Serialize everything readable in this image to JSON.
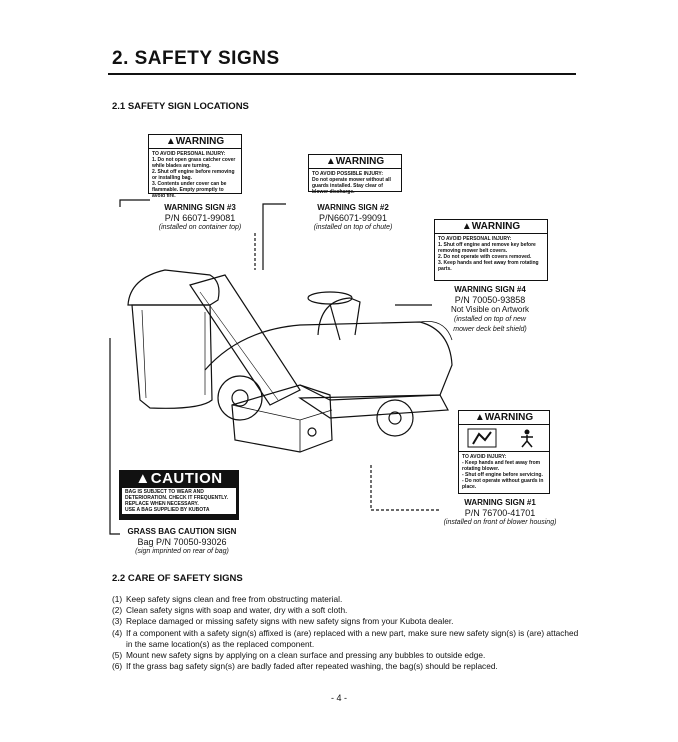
{
  "section_title": "2. SAFETY SIGNS",
  "sub_2_1": "2.1 SAFETY SIGN LOCATIONS",
  "warning_word": "WARNING",
  "caution_word": "CAUTION",
  "sign3": {
    "label": "WARNING SIGN #3",
    "pn": "P/N 66071-99081",
    "note": "(installed on container top)",
    "text": [
      "TO AVOID PERSONAL INJURY:",
      "1. Do not open grass catcher cover while blades are turning.",
      "2. Shut off engine before removing or installing bag.",
      "3. Contents under cover can be flammable. Empty promptly to avoid fire."
    ]
  },
  "sign2": {
    "label": "WARNING SIGN #2",
    "pn": "P/N66071-99091",
    "note": "(installed on top of chute)",
    "text": [
      "TO AVOID POSSIBLE INJURY:",
      "Do not operate mower without all guards installed. Stay clear of blower discharge."
    ]
  },
  "sign4": {
    "label": "WARNING SIGN #4",
    "pn": "P/N 70050-93858",
    "line3": "Not Visible on Artwork",
    "note1": "(installed on top of new",
    "note2": "mower deck belt shield)",
    "text": [
      "TO AVOID PERSONAL INJURY:",
      "1. Shut off engine and remove key before removing mower belt covers.",
      "2. Do not operate with covers removed.",
      "3. Keep hands and feet away from rotating parts."
    ]
  },
  "sign1": {
    "label": "WARNING SIGN #1",
    "pn": "P/N 76700-41701",
    "note": "(installed on front of blower housing)",
    "text": [
      "TO AVOID INJURY:",
      "- Keep hands and feet away from rotating blower.",
      "- Shut off engine before servicing.",
      "- Do not operate without guards in place."
    ]
  },
  "caution": {
    "label": "GRASS BAG CAUTION SIGN",
    "pn": "Bag P/N 70050-93026",
    "note": "(sign imprinted on rear of bag)",
    "text": [
      "BAG IS SUBJECT TO WEAR AND DETERIORATION. CHECK IT FREQUENTLY. REPLACE WHEN NECESSARY.",
      "USE A BAG SUPPLIED BY KUBOTA"
    ]
  },
  "sub_2_2": "2.2 CARE OF SAFETY SIGNS",
  "care_items": [
    {
      "num": "(1)",
      "text": "Keep safety signs clean and free from obstructing material."
    },
    {
      "num": "(2)",
      "text": "Clean safety signs with soap and water, dry with a soft cloth."
    },
    {
      "num": "(3)",
      "text": "Replace damaged or missing safety signs with new safety signs from your Kubota dealer."
    },
    {
      "num": "(4)",
      "text": "If a component with a safety sign(s) affixed is (are) replaced with a new part, make sure new safety sign(s) is (are) attached in the same location(s) as the replaced component."
    },
    {
      "num": "(5)",
      "text": "Mount new safety signs by applying on a clean surface and pressing any bubbles to outside edge."
    },
    {
      "num": "(6)",
      "text": "If the grass bag safety sign(s) are badly faded after repeated washing, the bag(s) should be replaced."
    }
  ],
  "page_number": "- 4 -"
}
